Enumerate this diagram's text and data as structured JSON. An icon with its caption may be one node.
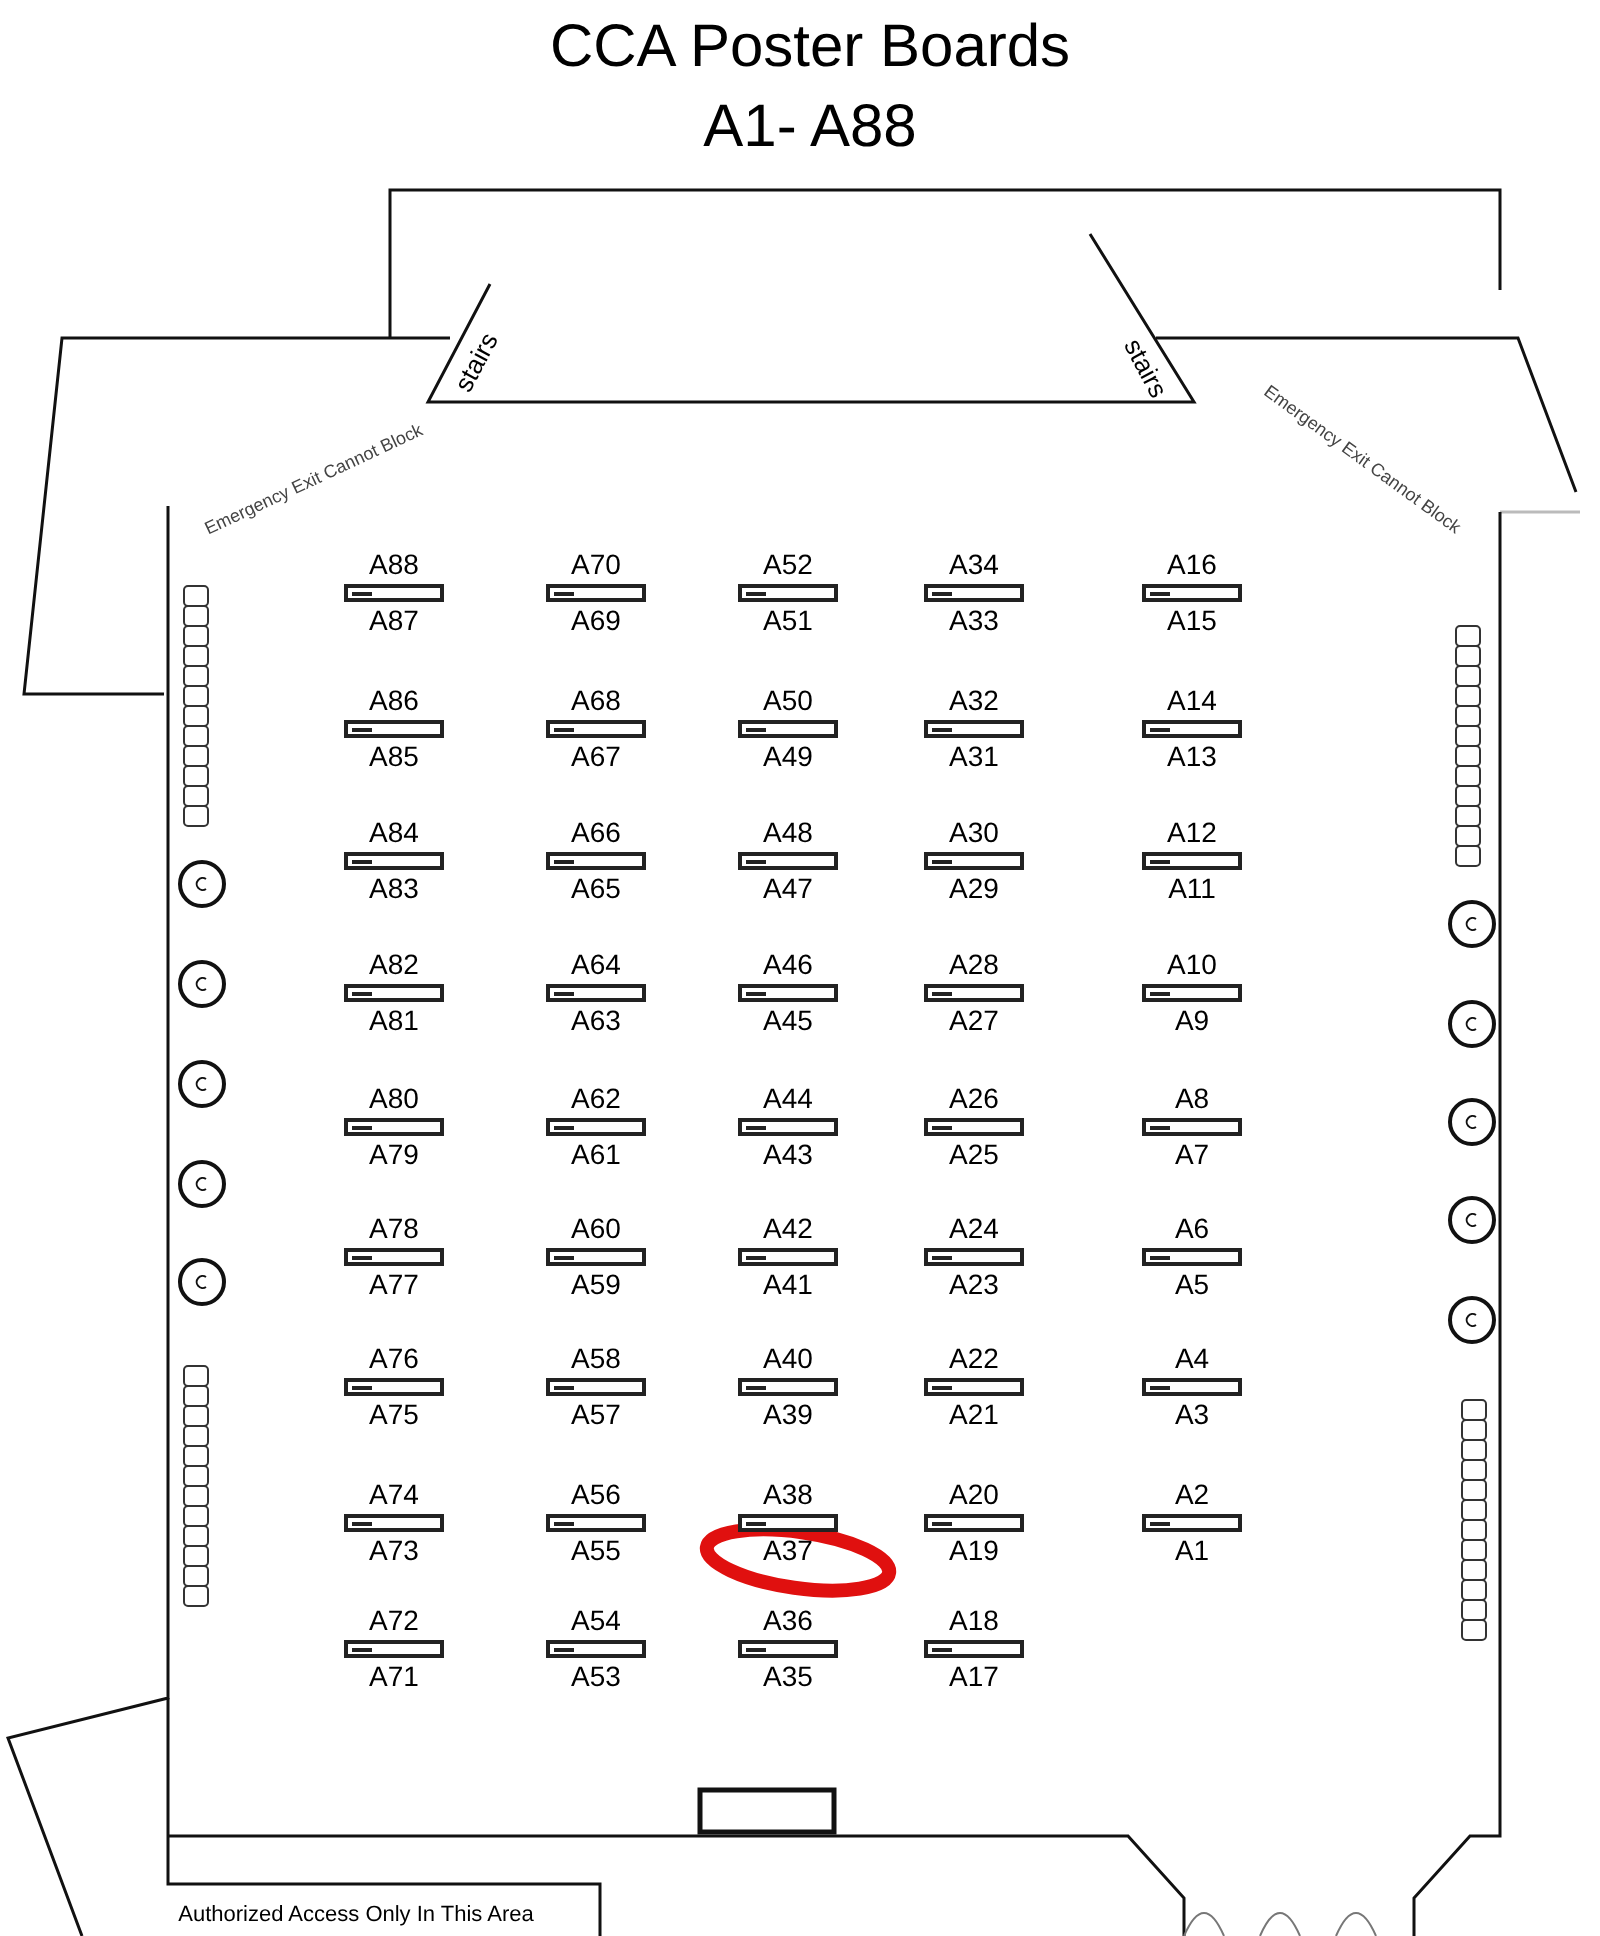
{
  "diagram": {
    "title": "CCA Poster Boards A1- A88",
    "nodes": [
      {
        "text": [],
        "shape": "bar",
        "beside": [
          "A88",
          "A87"
        ]
      },
      {
        "text": [],
        "shape": "bar",
        "beside": [
          "A70",
          "A69"
        ]
      },
      {
        "text": [],
        "shape": "bar",
        "beside": [
          "A52",
          "A51"
        ]
      },
      {
        "text": [],
        "shape": "bar",
        "beside": [
          "A34",
          "A33"
        ]
      },
      {
        "text": [],
        "shape": "bar",
        "beside": [
          "A16",
          "A15"
        ]
      },
      {
        "text": [],
        "shape": "bar",
        "beside": [
          "A86",
          "A85"
        ]
      },
      {
        "text": [],
        "shape": "bar",
        "beside": [
          "A68",
          "A67"
        ]
      },
      {
        "text": [],
        "shape": "bar",
        "beside": [
          "A50",
          "A49"
        ]
      },
      {
        "text": [],
        "shape": "bar",
        "beside": [
          "A32",
          "A31"
        ]
      },
      {
        "text": [],
        "shape": "bar",
        "beside": [
          "A14",
          "A13"
        ]
      },
      {
        "text": [],
        "shape": "bar",
        "beside": [
          "A84",
          "A83"
        ]
      },
      {
        "text": [],
        "shape": "bar",
        "beside": [
          "A66",
          "A65"
        ]
      },
      {
        "text": [],
        "shape": "bar",
        "beside": [
          "A48",
          "A47"
        ]
      },
      {
        "text": [],
        "shape": "bar",
        "beside": [
          "A30",
          "A29"
        ]
      },
      {
        "text": [],
        "shape": "bar",
        "beside": [
          "A12",
          "A11"
        ]
      },
      {
        "text": [],
        "shape": "bar",
        "beside": [
          "A82",
          "A81"
        ]
      },
      {
        "text": [],
        "shape": "bar",
        "beside": [
          "A64",
          "A63"
        ]
      },
      {
        "text": [],
        "shape": "bar",
        "beside": [
          "A46",
          "A45"
        ]
      },
      {
        "text": [],
        "shape": "bar",
        "beside": [
          "A28",
          "A27"
        ]
      },
      {
        "text": [],
        "shape": "bar",
        "beside": [
          "A10",
          "A9"
        ]
      },
      {
        "text": [],
        "shape": "bar",
        "beside": [
          "A80",
          "A79"
        ]
      },
      {
        "text": [],
        "shape": "bar",
        "beside": [
          "A62",
          "A61"
        ]
      },
      {
        "text": [],
        "shape": "bar",
        "beside": [
          "A44",
          "A43"
        ]
      },
      {
        "text": [],
        "shape": "bar",
        "beside": [
          "A26",
          "A25"
        ]
      },
      {
        "text": [],
        "shape": "bar",
        "beside": [
          "A8",
          "A7"
        ]
      },
      {
        "text": [],
        "shape": "bar",
        "beside": [
          "A78",
          "A77"
        ]
      },
      {
        "text": [],
        "shape": "bar",
        "beside": [
          "A60",
          "A59"
        ]
      },
      {
        "text": [],
        "shape": "bar",
        "beside": [
          "A42",
          "A41"
        ]
      },
      {
        "text": [],
        "shape": "bar",
        "beside": [
          "A24",
          "A23"
        ]
      },
      {
        "text": [],
        "shape": "bar",
        "beside": [
          "A6",
          "A5"
        ]
      },
      {
        "text": [],
        "shape": "bar",
        "beside": [
          "A76",
          "A75"
        ]
      },
      {
        "text": [],
        "shape": "bar",
        "beside": [
          "A58",
          "A57"
        ]
      },
      {
        "text": [],
        "shape": "bar",
        "beside": [
          "A40",
          "A39"
        ]
      },
      {
        "text": [],
        "shape": "bar",
        "beside": [
          "A22",
          "A21"
        ]
      },
      {
        "text": [],
        "shape": "bar",
        "beside": [
          "A4",
          "A3"
        ]
      },
      {
        "text": [],
        "shape": "bar",
        "beside": [
          "A74",
          "A73"
        ]
      },
      {
        "text": [],
        "shape": "bar",
        "beside": [
          "A56",
          "A55"
        ]
      },
      {
        "text": [],
        "shape": "bar",
        "beside": [
          "A38",
          "A37"
        ]
      },
      {
        "text": [],
        "shape": "bar",
        "beside": [
          "A20",
          "A19"
        ]
      },
      {
        "text": [],
        "shape": "bar",
        "beside": [
          "A2",
          "A1"
        ]
      },
      {
        "text": [],
        "shape": "bar",
        "beside": [
          "A72",
          "A71"
        ]
      },
      {
        "text": [],
        "shape": "bar",
        "beside": [
          "A54",
          "A53"
        ]
      },
      {
        "text": [],
        "shape": "bar",
        "beside": [
          "A36",
          "A35"
        ]
      },
      {
        "text": [],
        "shape": "bar",
        "beside": [
          "A18",
          "A17"
        ]
      }
    ],
    "labels": [
      "stairs",
      "stairs",
      "Emergency Exit Cannot Block",
      "Emergency Exit Cannot Block",
      "Authorized Access Only In This Area"
    ]
  }
}
